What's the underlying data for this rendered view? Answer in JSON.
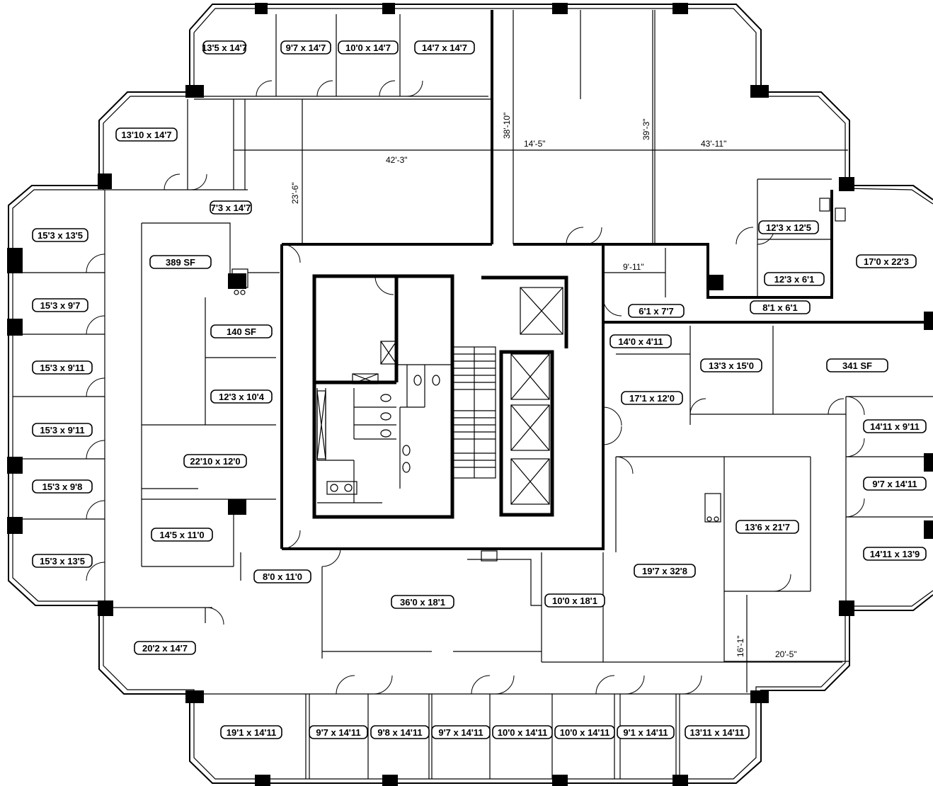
{
  "rooms": [
    {
      "id": "r1",
      "label": "13'5 x 14'7"
    },
    {
      "id": "r2",
      "label": "9'7 x 14'7"
    },
    {
      "id": "r3",
      "label": "10'0 x 14'7"
    },
    {
      "id": "r4",
      "label": "14'7 x 14'7"
    },
    {
      "id": "r5",
      "label": "13'10 x 14'7"
    },
    {
      "id": "r6",
      "label": "7'3 x 14'7"
    },
    {
      "id": "r7",
      "label": "15'3 x 13'5"
    },
    {
      "id": "r8",
      "label": "389 SF"
    },
    {
      "id": "r9",
      "label": "15'3 x 9'7"
    },
    {
      "id": "r10",
      "label": "140 SF"
    },
    {
      "id": "r11",
      "label": "15'3 x 9'11"
    },
    {
      "id": "r12",
      "label": "12'3 x 10'4"
    },
    {
      "id": "r13",
      "label": "15'3 x 9'11"
    },
    {
      "id": "r14",
      "label": "22'10 x 12'0"
    },
    {
      "id": "r15",
      "label": "15'3 x 9'8"
    },
    {
      "id": "r16",
      "label": "14'5 x 11'0"
    },
    {
      "id": "r17",
      "label": "15'3 x 13'5"
    },
    {
      "id": "r18",
      "label": "8'0 x 11'0"
    },
    {
      "id": "r19",
      "label": "36'0 x 18'1"
    },
    {
      "id": "r20",
      "label": "10'0 x 18'1"
    },
    {
      "id": "r21",
      "label": "20'2 x 14'7"
    },
    {
      "id": "r22",
      "label": "12'3 x 12'5"
    },
    {
      "id": "r23",
      "label": "17'0 x 22'3"
    },
    {
      "id": "r24",
      "label": "12'3 x 6'1"
    },
    {
      "id": "r25",
      "label": "6'1 x 7'7"
    },
    {
      "id": "r26",
      "label": "8'1 x 6'1"
    },
    {
      "id": "r27",
      "label": "14'0 x 4'11"
    },
    {
      "id": "r28",
      "label": "13'3 x 15'0"
    },
    {
      "id": "r29",
      "label": "341 SF"
    },
    {
      "id": "r30",
      "label": "17'1 x 12'0"
    },
    {
      "id": "r31",
      "label": "14'11 x 9'11"
    },
    {
      "id": "r32",
      "label": "9'7 x 14'11"
    },
    {
      "id": "r33",
      "label": "13'6 x 21'7"
    },
    {
      "id": "r34",
      "label": "14'11 x 13'9"
    },
    {
      "id": "r35",
      "label": "19'7 x 32'8"
    },
    {
      "id": "r36",
      "label": "19'1 x 14'11"
    },
    {
      "id": "r37",
      "label": "9'7 x 14'11"
    },
    {
      "id": "r38",
      "label": "9'8 x 14'11"
    },
    {
      "id": "r39",
      "label": "9'7 x 14'11"
    },
    {
      "id": "r40",
      "label": "10'0 x 14'11"
    },
    {
      "id": "r41",
      "label": "10'0 x 14'11"
    },
    {
      "id": "r42",
      "label": "9'1 x 14'11"
    },
    {
      "id": "r43",
      "label": "13'11 x 14'11"
    }
  ],
  "dimensions": [
    {
      "id": "d1",
      "text": "42'-3\""
    },
    {
      "id": "d2",
      "text": "38'-10\""
    },
    {
      "id": "d3",
      "text": "14'-5\""
    },
    {
      "id": "d4",
      "text": "39'-3\""
    },
    {
      "id": "d5",
      "text": "43'-11\""
    },
    {
      "id": "d6",
      "text": "23'-6\""
    },
    {
      "id": "d7",
      "text": "9'-11\""
    },
    {
      "id": "d8",
      "text": "16'-1\""
    },
    {
      "id": "d9",
      "text": "20'-5\""
    }
  ]
}
